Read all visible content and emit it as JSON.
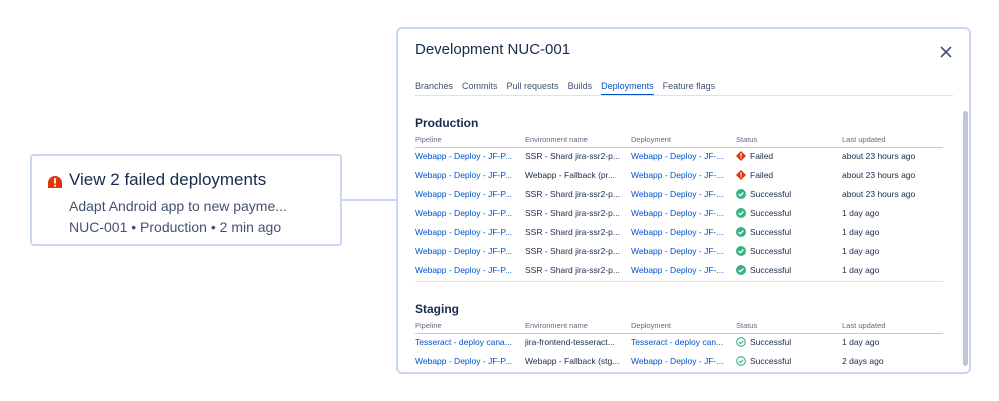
{
  "notification": {
    "title": "View 2 failed deployments",
    "description": "Adapt Android app to new payme...",
    "meta": "NUC-001 • Production • 2 min ago"
  },
  "panel": {
    "title": "Development NUC-001",
    "tabs": [
      "Branches",
      "Commits",
      "Pull requests",
      "Builds",
      "Deployments",
      "Feature flags"
    ],
    "active_tab": "Deployments",
    "columns": [
      "Pipeline",
      "Environment name",
      "Deployment",
      "Status",
      "Last updated"
    ],
    "production": {
      "title": "Production",
      "rows": [
        {
          "pipeline": "Webapp - Deploy - JF-P...",
          "environment": "SSR - Shard jira-ssr2-p...",
          "deployment": "Webapp - Deploy - JF-...",
          "status": "Failed",
          "updated": "about 23 hours ago"
        },
        {
          "pipeline": "Webapp - Deploy - JF-P...",
          "environment": "Webapp - Fallback (pr...",
          "deployment": "Webapp - Deploy - JF-...",
          "status": "Failed",
          "updated": "about 23 hours ago"
        },
        {
          "pipeline": "Webapp - Deploy - JF-P...",
          "environment": "SSR - Shard jira-ssr2-p...",
          "deployment": "Webapp - Deploy - JF-...",
          "status": "Successful",
          "updated": "about 23 hours ago"
        },
        {
          "pipeline": "Webapp - Deploy - JF-P...",
          "environment": "SSR - Shard jira-ssr2-p...",
          "deployment": "Webapp - Deploy - JF-...",
          "status": "Successful",
          "updated": "1 day ago"
        },
        {
          "pipeline": "Webapp - Deploy - JF-P...",
          "environment": "SSR - Shard jira-ssr2-p...",
          "deployment": "Webapp - Deploy - JF-...",
          "status": "Successful",
          "updated": "1 day ago"
        },
        {
          "pipeline": "Webapp - Deploy - JF-P...",
          "environment": "SSR - Shard jira-ssr2-p...",
          "deployment": "Webapp - Deploy - JF-...",
          "status": "Successful",
          "updated": "1 day ago"
        },
        {
          "pipeline": "Webapp - Deploy - JF-P...",
          "environment": "SSR - Shard jira-ssr2-p...",
          "deployment": "Webapp - Deploy - JF-...",
          "status": "Successful",
          "updated": "1 day ago"
        }
      ]
    },
    "staging": {
      "title": "Staging",
      "rows": [
        {
          "pipeline": "Tesseract - deploy cana...",
          "environment": "jira-frontend-tesseract...",
          "deployment": "Tesseract - deploy can...",
          "status": "Successful",
          "updated": "1 day ago"
        },
        {
          "pipeline": "Webapp - Deploy - JF-P...",
          "environment": "Webapp - Fallback (stg...",
          "deployment": "Webapp - Deploy - JF-...",
          "status": "Successful",
          "updated": "2 days ago"
        }
      ]
    }
  },
  "colors": {
    "accent": "#0052cc",
    "success": "#36b37e",
    "failed": "#de350b",
    "border": "#c9d6f5"
  },
  "icons": {
    "notification": "warning-icon",
    "close": "close-icon",
    "failed": "failed-diamond-icon",
    "success_production": "check-circle-filled-icon",
    "success_staging": "check-circle-outline-icon"
  }
}
